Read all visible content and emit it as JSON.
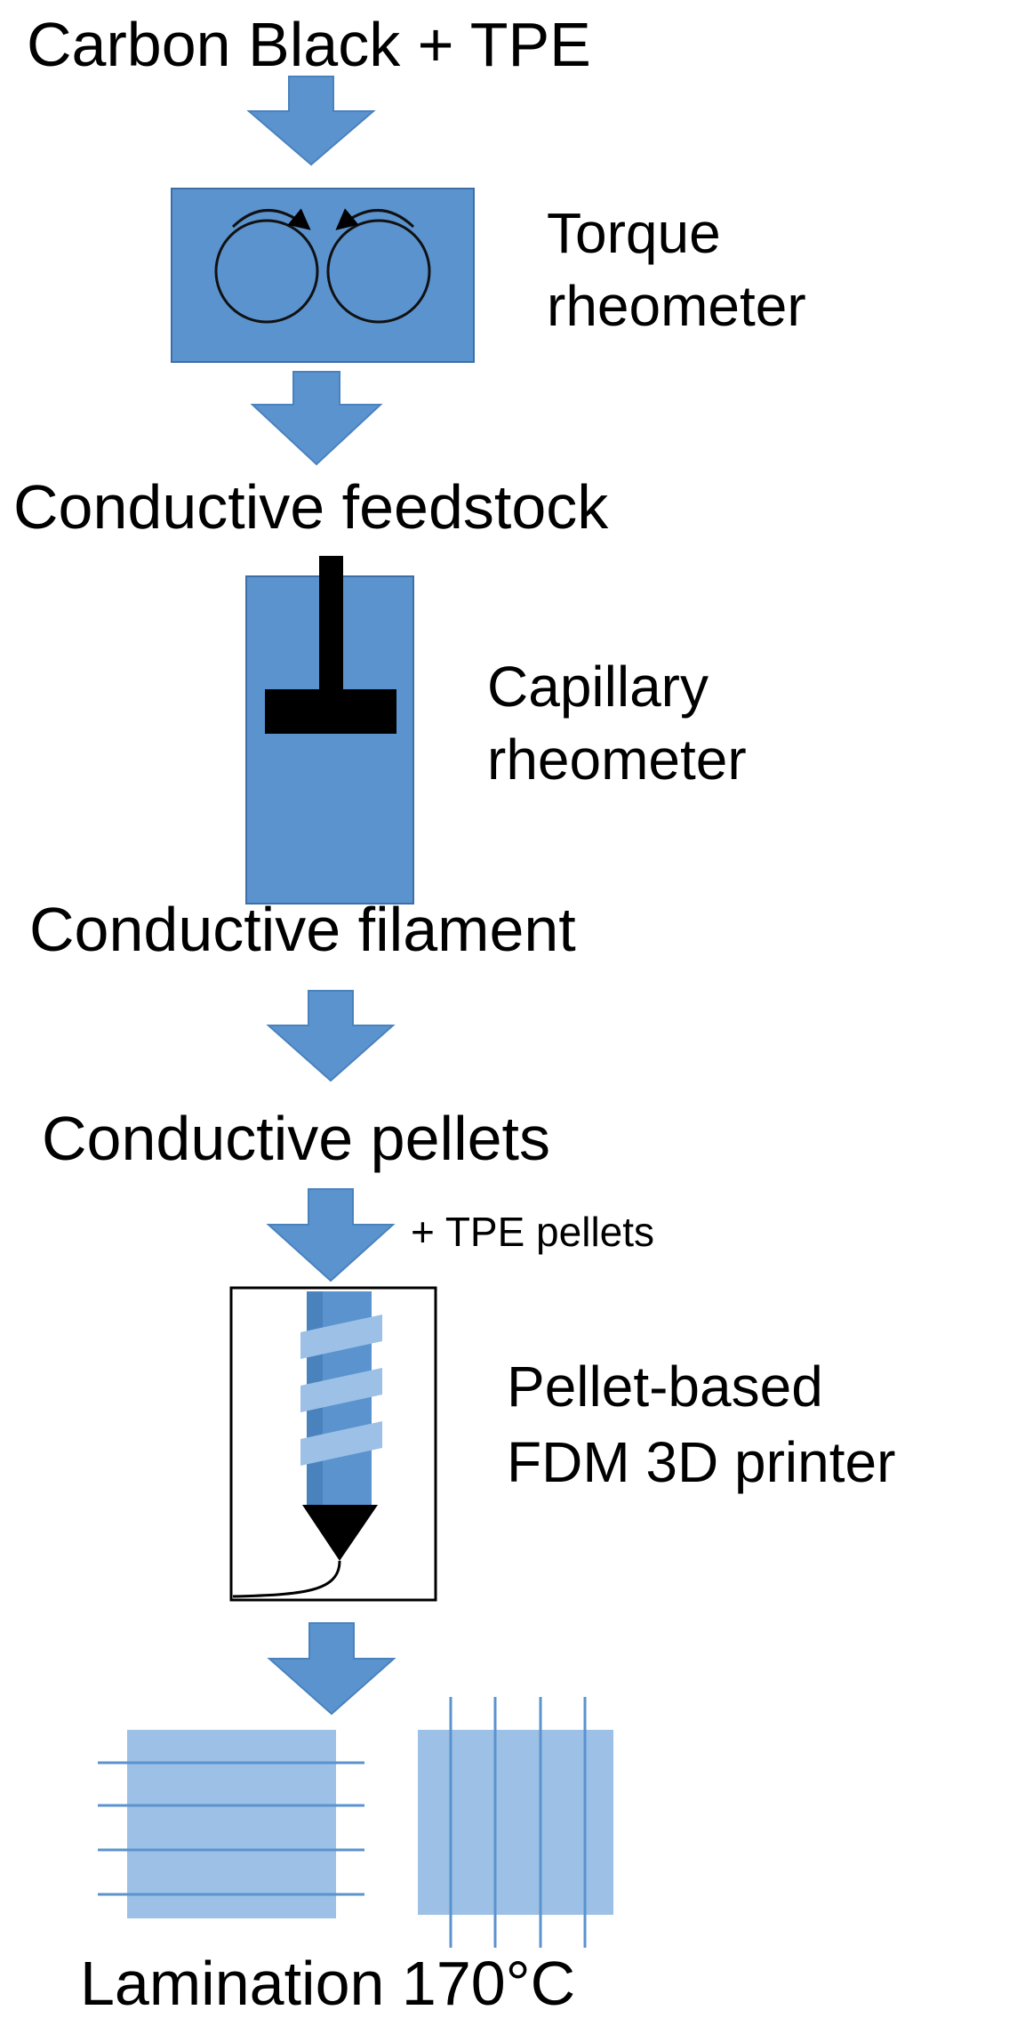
{
  "steps": {
    "input": "Carbon Black + TPE",
    "torque": [
      "Torque",
      "rheometer"
    ],
    "feedstock": "Conductive feedstock",
    "capillary": [
      "Capillary",
      "rheometer"
    ],
    "filament": "Conductive filament",
    "pellets": "Conductive pellets",
    "additive": "+ TPE pellets",
    "printer": [
      "Pellet-based",
      "FDM 3D printer"
    ],
    "lamination": "Lamination 170°C"
  },
  "colors": {
    "arrow": "#5b93cf",
    "machine": "#5b93cf",
    "sample": "#9cc0e6",
    "screw_light": "#9cc0e6",
    "line": "#000000"
  },
  "icons": [
    "down-arrow-icon",
    "roller-icon",
    "piston-icon",
    "screw-icon",
    "nozzle-icon"
  ]
}
